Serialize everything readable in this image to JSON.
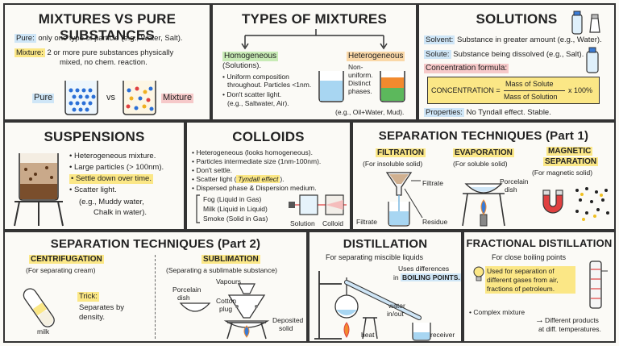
{
  "colors": {
    "blue_hl": "#cfe6f7",
    "yellow_hl": "#fbe786",
    "green_hl": "#c8ebb6",
    "pink_hl": "#f6c9c9",
    "orange_hl": "#fad8a8",
    "border": "#333333"
  },
  "p1": {
    "title": "MIXTURES VS PURE SUBSTANCES",
    "pure_label": "Pure:",
    "pure_text": "only one type of particle (e.g., Water, Salt).",
    "mixture_label": "Mixture:",
    "mixture_text1": "2 or more pure substances physically",
    "mixture_text2": "mixed, no chem. reaction.",
    "diagram_pure": "Pure",
    "diagram_vs": "vs",
    "diagram_mixture": "Mixture"
  },
  "p2": {
    "title": "TYPES OF MIXTURES",
    "homo_label": "Homogeneous",
    "homo_sub": "(Solutions).",
    "homo_b1": "• Uniform composition",
    "homo_b1b": "throughout. Particles <1nm.",
    "homo_b2": "• Don't scatter light.",
    "homo_ex": "(e.g., Saltwater, Air).",
    "hetero_label": "Heterogeneous",
    "hetero_t1": "Non-",
    "hetero_t2": "uniform.",
    "hetero_t3": "Distinct",
    "hetero_t4": "phases.",
    "hetero_ex": "(e.g., Oil+Water, Mud)."
  },
  "p3": {
    "title": "SOLUTIONS",
    "solvent_label": "Solvent:",
    "solvent_text": "Substance in greater amount (e.g., Water).",
    "solute_label": "Solute:",
    "solute_text": "Substance being dissolved (e.g., Salt).",
    "conc_label": "Concentration formula:",
    "formula_lhs": "CONCENTRATION =",
    "formula_num": "Mass of Solute",
    "formula_den": "Mass of Solution",
    "formula_rhs": "x 100%",
    "props_label": "Properties:",
    "props_text": "No Tyndall effect. Stable."
  },
  "p4": {
    "title": "SUSPENSIONS",
    "b1": "• Heterogeneous mixture.",
    "b2": "• Large particles (> 100nm).",
    "b3": "• Settle down over time.",
    "b4": "• Scatter light.",
    "ex1": "(e.g., Muddy water,",
    "ex2": "Chalk in water)."
  },
  "p5": {
    "title": "COLLOIDS",
    "b1": "• Heterogeneous (looks homogeneous).",
    "b2": "• Particles intermediate size (1nm-100nm).",
    "b3": "• Don't settle.",
    "b4a": "• Scatter light (",
    "b4b": "Tyndall effect",
    "b4c": ").",
    "b5": "• Dispersed phase & Dispersion medium.",
    "ex1": "Fog (Liquid in Gas)",
    "ex2": "Milk (Liquid in Liquid)",
    "ex3": "Smoke (Solid in Gas)",
    "solution": "Solution",
    "colloid": "Colloid"
  },
  "p6": {
    "title": "SEPARATION TECHNIQUES (Part 1)",
    "filt_label": "FILTRATION",
    "filt_sub": "(For insoluble solid)",
    "filtrate_top": "Filtrate",
    "filtrate_bottom": "Filtrate",
    "residue": "Residue",
    "evap_label": "EVAPORATION",
    "evap_sub": "(For soluble solid)",
    "porcelain1": "Porcelain",
    "porcelain2": "dish",
    "mag_label1": "MAGNETIC",
    "mag_label2": "SEPARATION",
    "mag_sub": "(For magnetic solid)"
  },
  "p7": {
    "title": "SEPARATION TECHNIQUES (Part 2)",
    "cent_label": "CENTRIFUGATION",
    "cent_sub": "(For separating cream)",
    "trick_label": "Trick:",
    "trick_t1": "Separates by",
    "trick_t2": "density.",
    "milk": "milk",
    "sub_label": "SUBLIMATION",
    "sub_sub": "(Separating a sublimable substance)",
    "vapours": "Vapours",
    "porcelain1": "Porcelain",
    "porcelain2": "dish",
    "cotton1": "Cotton",
    "cotton2": "plug",
    "deposited1": "Deposited",
    "deposited2": "solid"
  },
  "p8": {
    "title": "DISTILLATION",
    "sub": "For separating miscible liquids",
    "note1": "Uses differences",
    "note2a": "in ",
    "note2b": "BOILING POINTS.",
    "water1": "water",
    "water2": "in/out",
    "heat": "heat",
    "receiver": "receiver"
  },
  "p9": {
    "title": "FRACTIONAL DISTILLATION",
    "sub": "For close boiling points",
    "note1": "Used for separation of",
    "note2": "different gases from air,",
    "note3": "fractions of petroleum.",
    "complex": "• Complex mixture",
    "arrow": "→",
    "diff1": "Different products",
    "diff2": "at diff. temperatures."
  }
}
